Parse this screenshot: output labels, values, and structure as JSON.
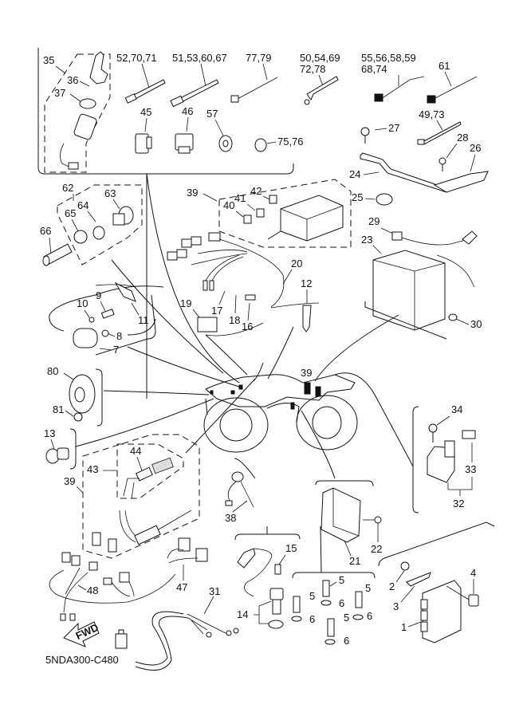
{
  "diagram": {
    "title": "Electrical parts diagram",
    "code": "5NDA300-C480",
    "fwd_label": "FWD",
    "callouts": {
      "c35": "35",
      "c36": "36",
      "c37": "37",
      "c52": "52,70,71",
      "c51": "51,53,60,67",
      "c77": "77,79",
      "c50a": "50,54,69",
      "c50b": "72,78",
      "c55a": "55,56,58,59",
      "c55b": "68,74",
      "c61": "61",
      "c49": "49,73",
      "c45": "45",
      "c46": "46",
      "c57": "57",
      "c75": "75,76",
      "c27": "27",
      "c28": "28",
      "c26": "26",
      "c24": "24",
      "c25": "25",
      "c62": "62",
      "c63": "63",
      "c64": "64",
      "c65": "65",
      "c66": "66",
      "c39a": "39",
      "c40": "40",
      "c41": "41",
      "c42": "42",
      "c29": "29",
      "c23": "23",
      "c30": "30",
      "c20": "20",
      "c12": "12",
      "c19": "19",
      "c17": "17",
      "c18": "18",
      "c16": "16",
      "c9": "9",
      "c10": "10",
      "c11": "11",
      "c8": "8",
      "c7": "7",
      "c80": "80",
      "c81": "81",
      "c13": "13",
      "c39b": "39",
      "c39c": "39",
      "c43": "43",
      "c44": "44",
      "c38": "38",
      "c34": "34",
      "c33": "33",
      "c32": "32",
      "c21": "21",
      "c22": "22",
      "c48": "48",
      "c47": "47",
      "c31": "31",
      "c15": "15",
      "c14": "14",
      "c5a": "5",
      "c5b": "5",
      "c5c": "5",
      "c5d": "5",
      "c6a": "6",
      "c6b": "6",
      "c6c": "6",
      "c6d": "6",
      "c2": "2",
      "c3": "3",
      "c4": "4",
      "c1": "1"
    }
  }
}
